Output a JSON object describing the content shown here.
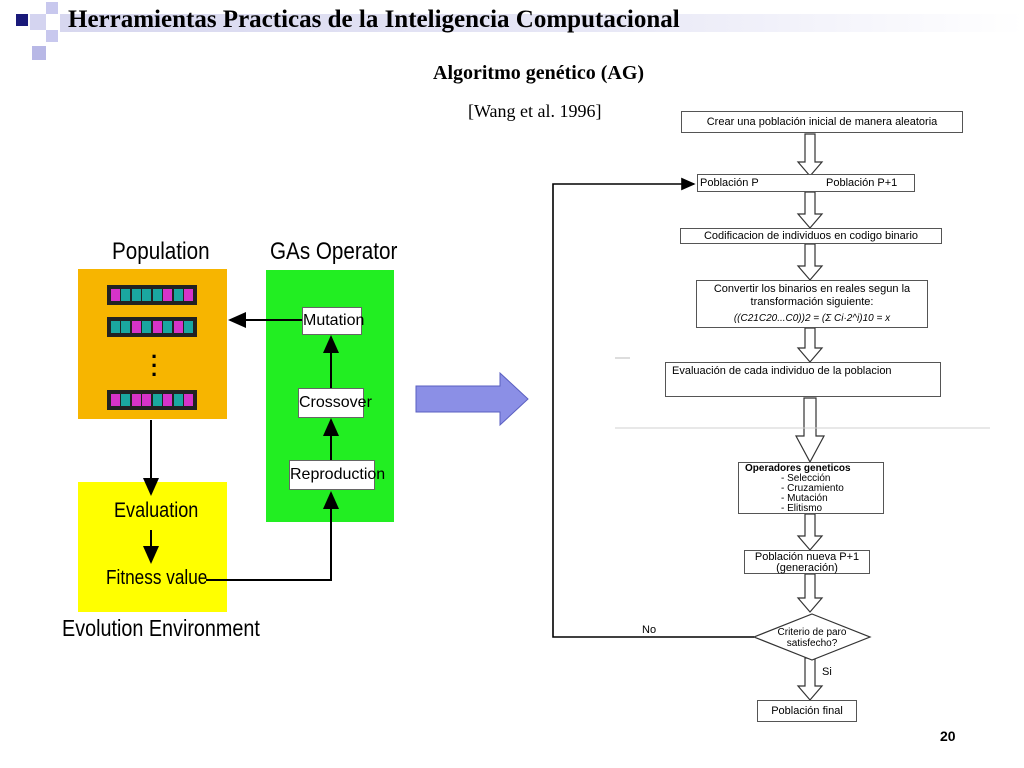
{
  "header": {
    "title": "Herramientas Practicas de la Inteligencia Computacional",
    "subtitle": "Algoritmo genético (AG)",
    "citation": "[Wang et al. 1996]"
  },
  "footer": {
    "page_number": "20"
  },
  "left_diagram": {
    "population_label": "Population",
    "operator_label": "GAs Operator",
    "operators": [
      "Mutation",
      "Crossover",
      "Reproduction"
    ],
    "evaluation_label": "Evaluation",
    "fitness_label": "Fitness value",
    "environment_label": "Evolution Environment",
    "colors": {
      "population": "#f7b500",
      "operators": "#22ee22",
      "evaluation": "#ffff00",
      "arrow": "#8b8fe6"
    }
  },
  "flowchart": {
    "steps": {
      "init": "Crear una población inicial de manera aleatoria",
      "pop_p": "Población P",
      "pop_p1": "Población P+1",
      "encode": "Codificacion de individuos en codigo binario",
      "convert_line1": "Convertir los binarios en reales segun la",
      "convert_line2": "transformación siguiente:",
      "formula": "((C21C20...C0))2 = (Σ Ci·2^i)10 = x",
      "evaluate": "Evaluación de cada individuo de la poblacion",
      "operators_title": "Operadores geneticos",
      "operators_items": [
        "- Selección",
        "- Cruzamiento",
        "- Mutación",
        "- Elitismo"
      ],
      "new_pop_line1": "Población nueva P+1",
      "new_pop_line2": "(generación)",
      "criterion_line1": "Criterio de paro",
      "criterion_line2": "satisfecho?",
      "final": "Población final"
    },
    "edge_no": "No",
    "edge_yes": "Si"
  }
}
